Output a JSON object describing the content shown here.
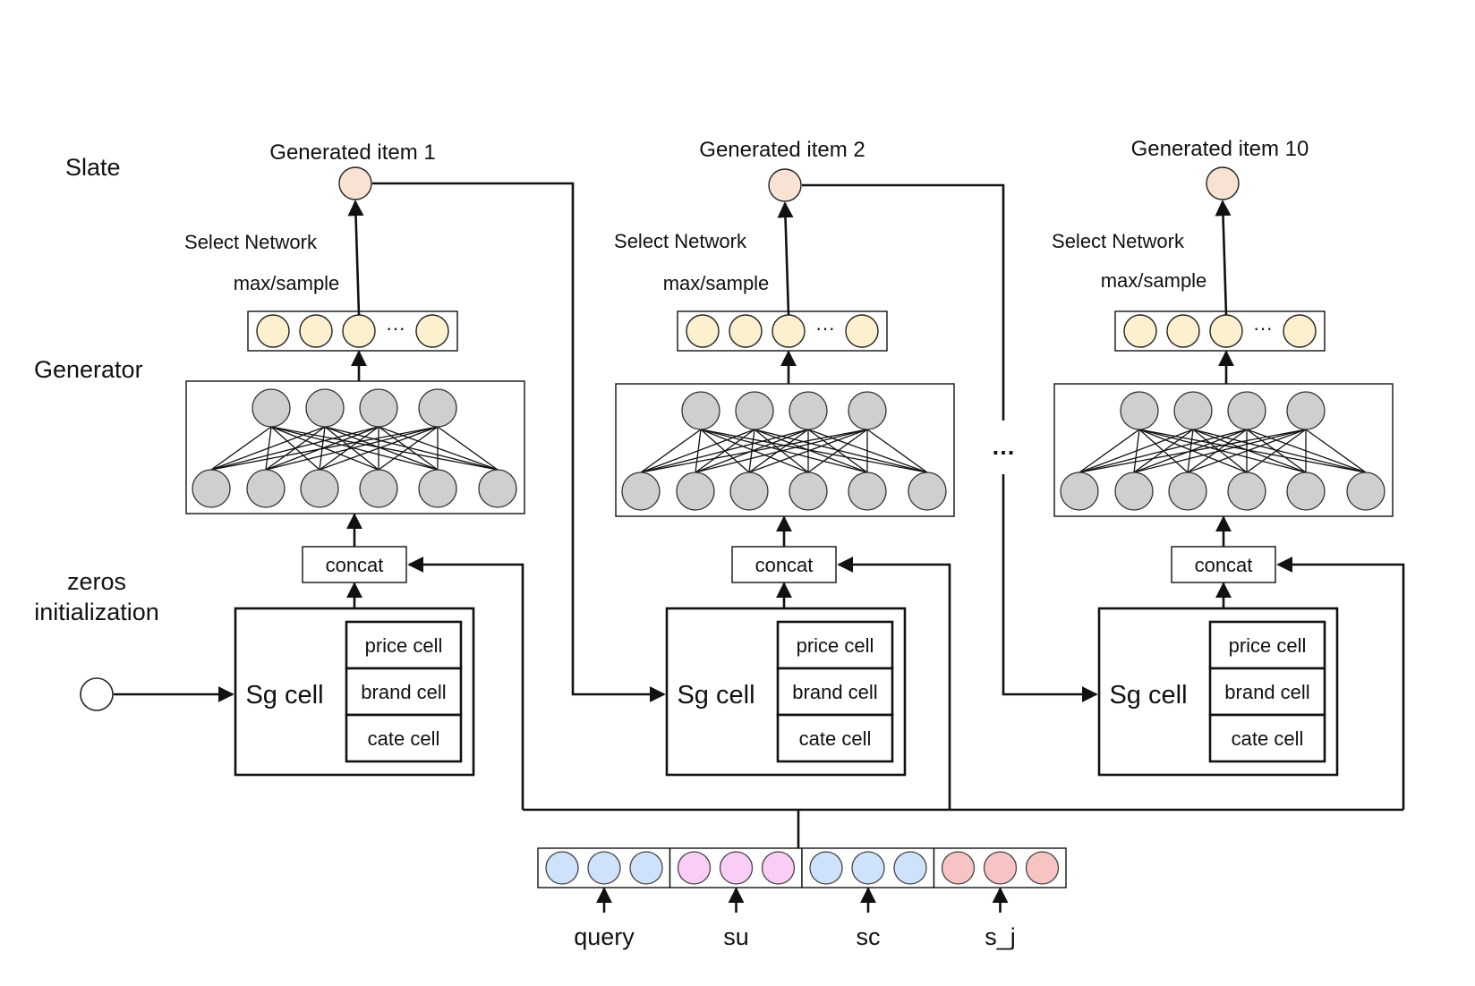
{
  "labels": {
    "slate": "Slate",
    "generator": "Generator",
    "zeros_line1": "zeros",
    "zeros_line2": "initialization",
    "select_network": "Select Network",
    "max_sample": "max/sample",
    "ellipsis": "···",
    "between_ellipsis": "…"
  },
  "steps": [
    {
      "generated": "Generated item 1",
      "concat": "concat",
      "sg_cell": "Sg cell",
      "cells": [
        "price cell",
        "brand cell",
        "cate cell"
      ]
    },
    {
      "generated": "Generated item 2",
      "concat": "concat",
      "sg_cell": "Sg cell",
      "cells": [
        "price cell",
        "brand cell",
        "cate cell"
      ]
    },
    {
      "generated": "Generated item 10",
      "concat": "concat",
      "sg_cell": "Sg cell",
      "cells": [
        "price cell",
        "brand cell",
        "cate cell"
      ]
    }
  ],
  "inputs": [
    {
      "label": "query",
      "color": "#cfe2fb"
    },
    {
      "label": "su",
      "color": "#f9cdf5"
    },
    {
      "label": "sc",
      "color": "#cfe2fb"
    },
    {
      "label": "s_j",
      "color": "#f7c4c4"
    }
  ],
  "colors": {
    "hidden_neuron": "#cfcfcf",
    "candidate": "#fdf0cf",
    "generated_item": "#f8e2d3",
    "zeros_node": "#ffffff"
  }
}
